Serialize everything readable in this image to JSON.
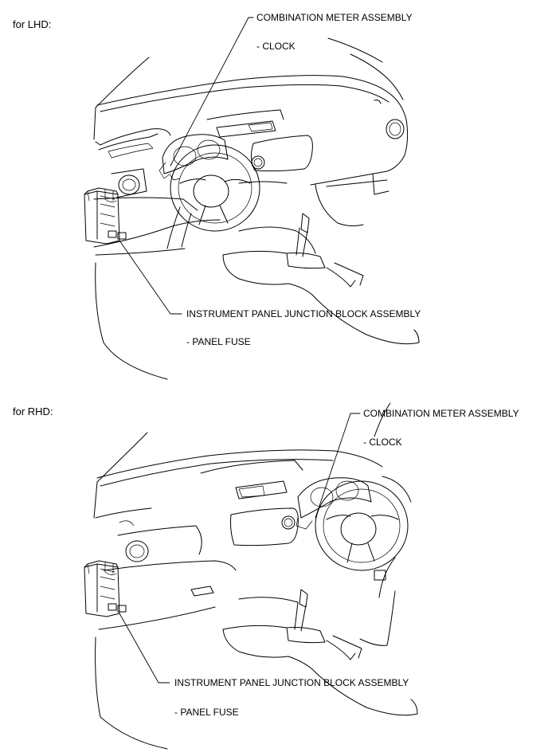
{
  "lhd": {
    "section_label": "for LHD:",
    "meter_label": "COMBINATION METER ASSEMBLY",
    "clock_label": "- CLOCK",
    "junction_label": "INSTRUMENT PANEL JUNCTION BLOCK ASSEMBLY",
    "fuse_label": "- PANEL FUSE"
  },
  "rhd": {
    "section_label": "for RHD:",
    "meter_label": "COMBINATION METER ASSEMBLY",
    "clock_label": "- CLOCK",
    "junction_label": "INSTRUMENT PANEL JUNCTION BLOCK ASSEMBLY",
    "fuse_label": "- PANEL FUSE"
  }
}
